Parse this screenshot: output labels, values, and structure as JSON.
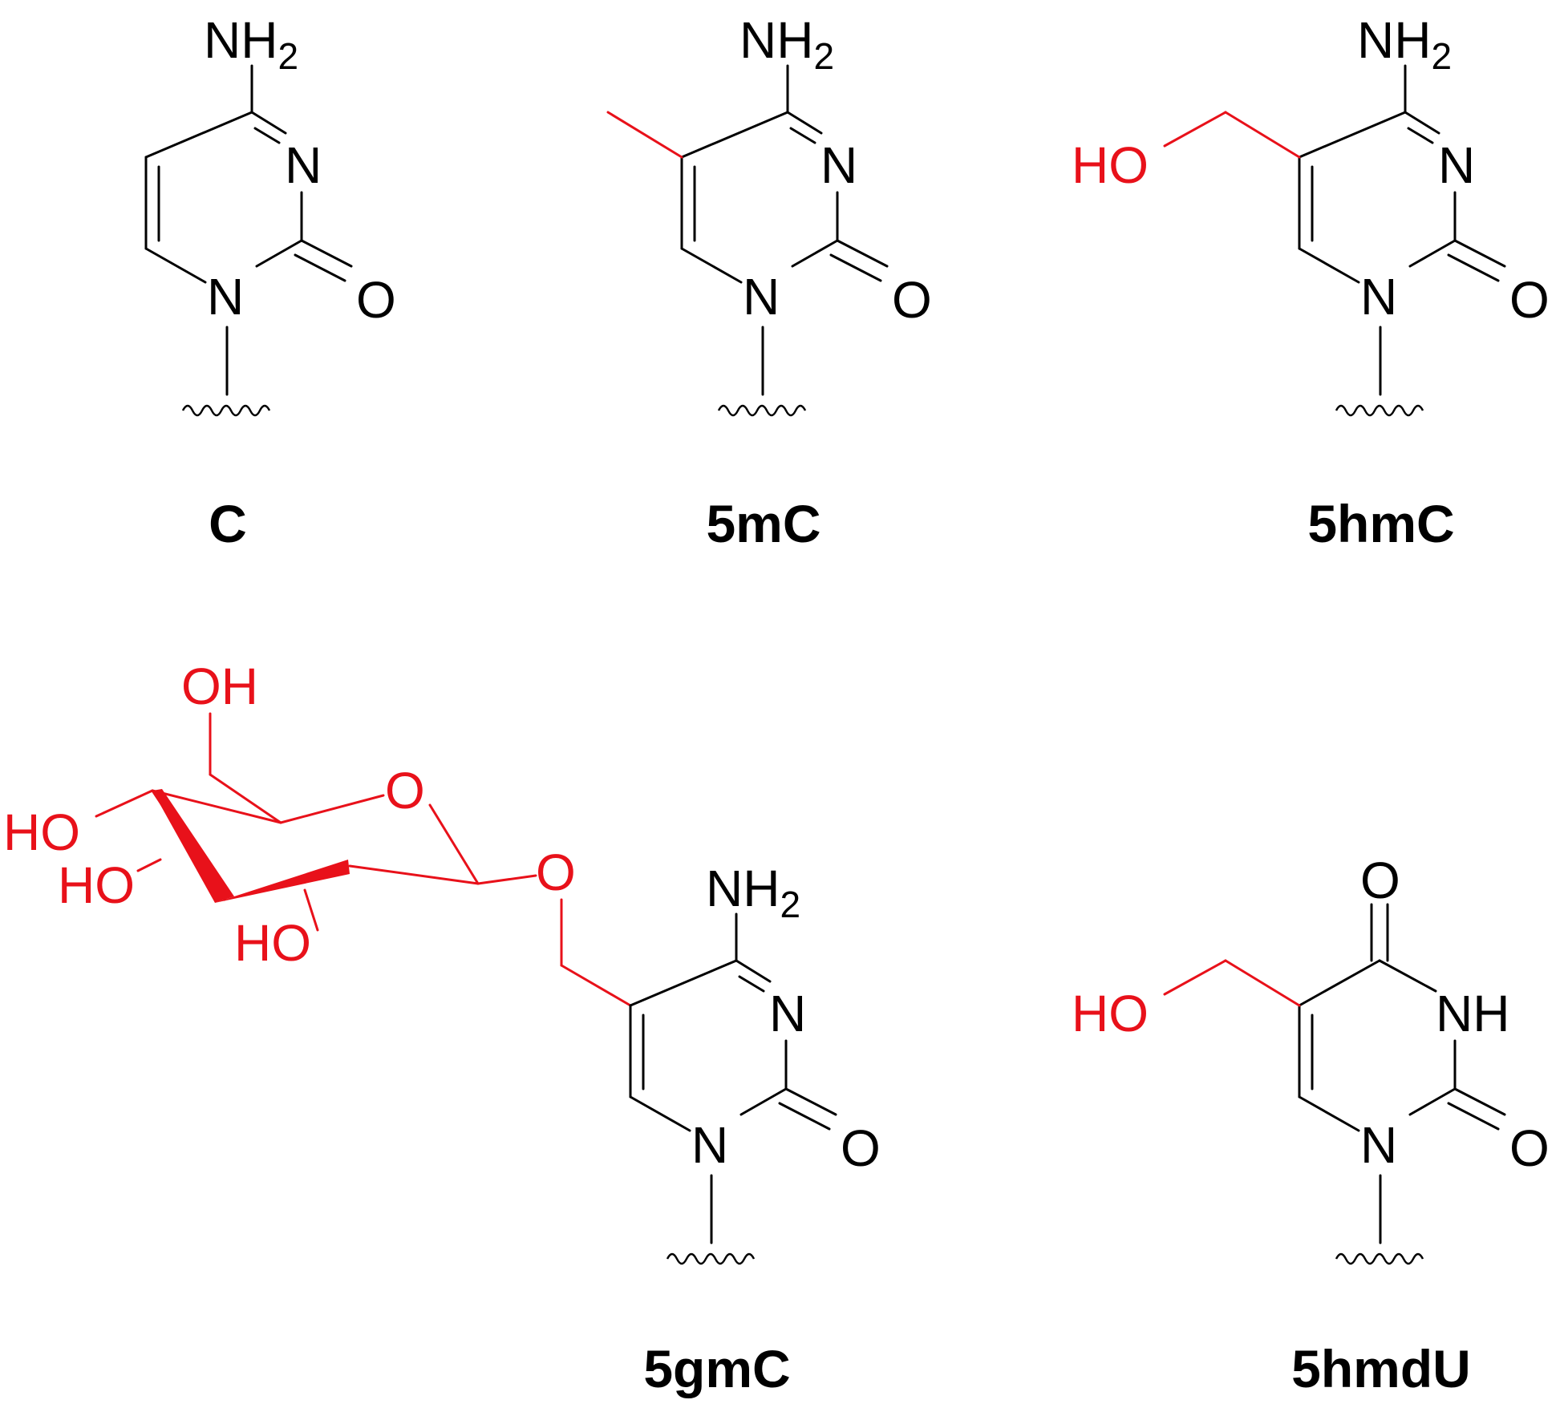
{
  "colors": {
    "ink": "#000000",
    "highlight": "#e8111a"
  },
  "labels": {
    "c": "C",
    "m5c": "5mC",
    "hm5c": "5hmC",
    "gm5c": "5gmC",
    "hmdu": "5hmdU"
  },
  "atoms": {
    "nh2_main": "NH",
    "nh2_sub": "2",
    "n": "N",
    "o": "O",
    "nh": "NH",
    "ho": "HO",
    "oh": "OH"
  }
}
